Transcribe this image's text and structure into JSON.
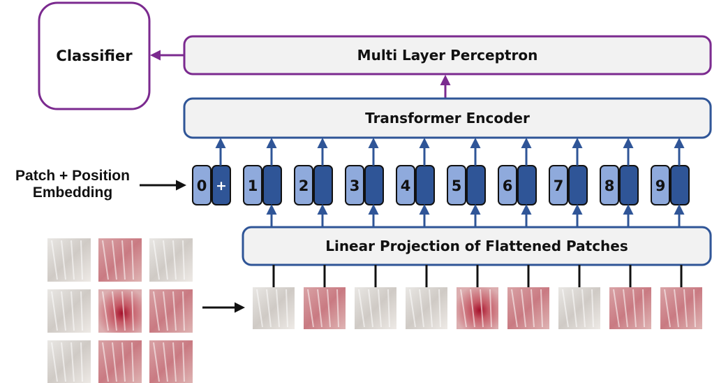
{
  "classifier": {
    "label": "Classifier"
  },
  "mlp": {
    "label": "Multi Layer Perceptron"
  },
  "encoder": {
    "label": "Transformer Encoder"
  },
  "projection": {
    "label": "Linear Projection of Flattened Patches"
  },
  "embedding": {
    "line1": "Patch + Position",
    "line2": "Embedding"
  },
  "tokens": [
    {
      "pos": "0",
      "emb": "+"
    },
    {
      "pos": "1",
      "emb": ""
    },
    {
      "pos": "2",
      "emb": ""
    },
    {
      "pos": "3",
      "emb": ""
    },
    {
      "pos": "4",
      "emb": ""
    },
    {
      "pos": "5",
      "emb": ""
    },
    {
      "pos": "6",
      "emb": ""
    },
    {
      "pos": "7",
      "emb": ""
    },
    {
      "pos": "8",
      "emb": ""
    },
    {
      "pos": "9",
      "emb": ""
    }
  ],
  "colors": {
    "purple": "#7b2a8f",
    "blue": "#2f5597",
    "token_light": "#8faadc",
    "token_dark": "#2f5597",
    "box_fill": "#f2f2f2",
    "fur": "#dcdcdc",
    "skin": "#c9707a",
    "lesion": "#b01530"
  },
  "patches": [
    {
      "kind": "fur"
    },
    {
      "kind": "skin"
    },
    {
      "kind": "fur"
    },
    {
      "kind": "fur"
    },
    {
      "kind": "lesion"
    },
    {
      "kind": "skin"
    },
    {
      "kind": "fur"
    },
    {
      "kind": "skin"
    },
    {
      "kind": "skin"
    }
  ]
}
